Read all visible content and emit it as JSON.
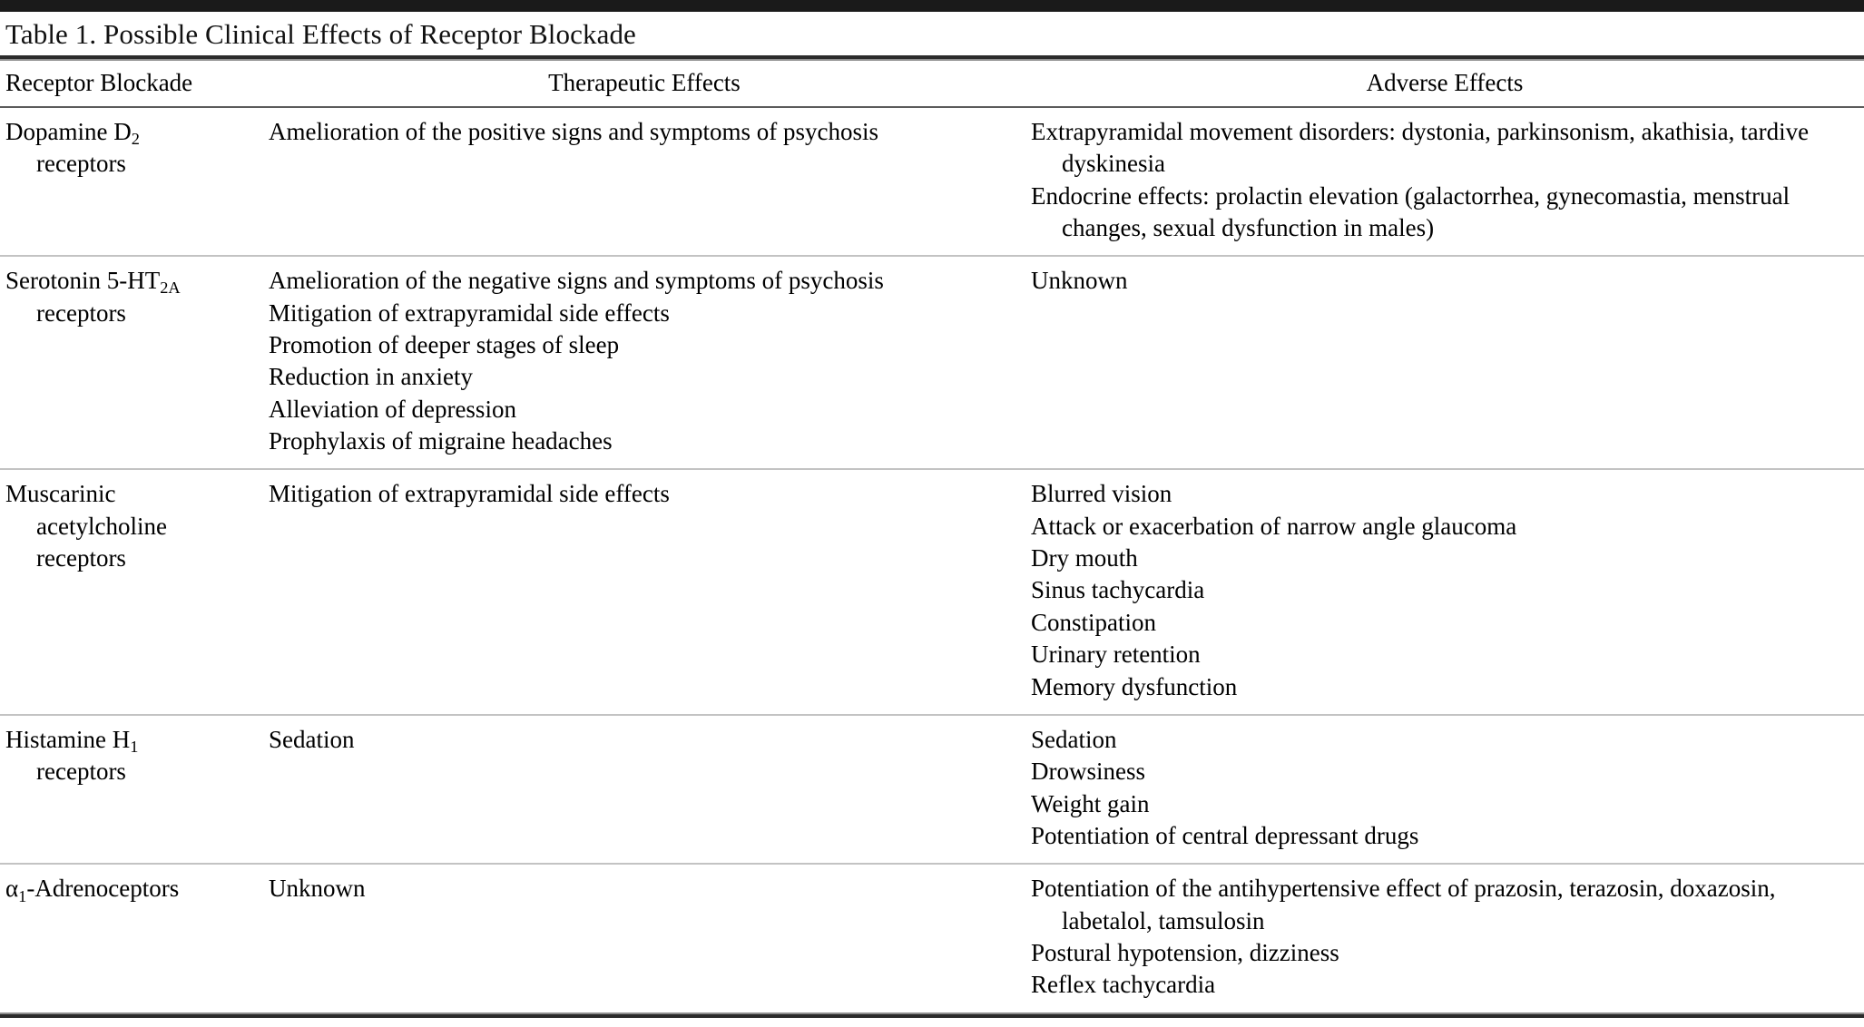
{
  "table": {
    "title": "Table 1. Possible Clinical Effects of Receptor Blockade",
    "columns": [
      {
        "key": "receptor",
        "label": "Receptor Blockade",
        "align": "left"
      },
      {
        "key": "therapeutic",
        "label": "Therapeutic Effects",
        "align": "center"
      },
      {
        "key": "adverse",
        "label": "Adverse Effects",
        "align": "center"
      }
    ],
    "rows": [
      {
        "receptor": {
          "prefix": "Dopamine D",
          "sub": "2",
          "suffix": "",
          "second_line": "receptors"
        },
        "therapeutic": [
          "Amelioration of the positive signs and symptoms of psychosis"
        ],
        "adverse": [
          "Extrapyramidal movement disorders: dystonia, parkinsonism, akathisia, tardive dyskinesia",
          "Endocrine effects: prolactin elevation (galactorrhea, gynecomastia, menstrual changes, sexual dysfunction in males)"
        ]
      },
      {
        "receptor": {
          "prefix": "Serotonin 5-HT",
          "sub": "2A",
          "suffix": "",
          "second_line": "receptors"
        },
        "therapeutic": [
          "Amelioration of the negative signs and symptoms of psychosis",
          "Mitigation of extrapyramidal side effects",
          "Promotion of deeper stages of sleep",
          "Reduction in anxiety",
          "Alleviation of depression",
          "Prophylaxis of migraine headaches"
        ],
        "adverse": [
          "Unknown"
        ]
      },
      {
        "receptor": {
          "prefix": "Muscarinic",
          "sub": "",
          "suffix": "",
          "second_line": "acetylcholine",
          "third_line": "receptors"
        },
        "therapeutic": [
          "Mitigation of extrapyramidal side effects"
        ],
        "adverse": [
          "Blurred vision",
          "Attack or exacerbation of narrow angle glaucoma",
          "Dry mouth",
          "Sinus tachycardia",
          "Constipation",
          "Urinary retention",
          "Memory dysfunction"
        ]
      },
      {
        "receptor": {
          "prefix": "Histamine H",
          "sub": "1",
          "suffix": "",
          "second_line": "receptors"
        },
        "therapeutic": [
          "Sedation"
        ],
        "adverse": [
          "Sedation",
          "Drowsiness",
          "Weight gain",
          "Potentiation of central depressant drugs"
        ]
      },
      {
        "receptor": {
          "prefix": "α",
          "sub": "1",
          "suffix": "-Adrenoceptors",
          "second_line": ""
        },
        "therapeutic": [
          "Unknown"
        ],
        "adverse": [
          "Potentiation of the antihypertensive effect of prazosin, terazosin, doxazosin, labetalol, tamsulosin",
          "Postural hypotension, dizziness",
          "Reflex tachycardia"
        ]
      }
    ]
  },
  "style": {
    "rule_color_heavy": "#2b2b2b",
    "rule_color_light": "#c3c3c3",
    "text_color": "#000000",
    "background": "#ffffff"
  }
}
